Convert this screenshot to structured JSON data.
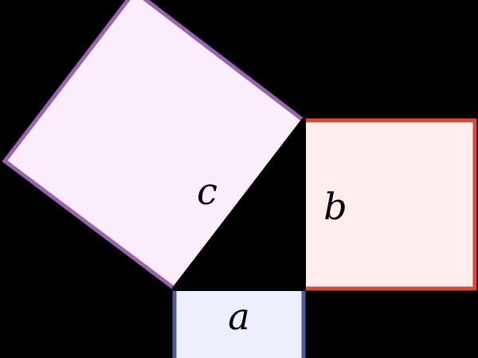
{
  "labels": {
    "a": "a",
    "b": "b",
    "c": "c"
  },
  "colors": {
    "a_fill": "#eeeefc",
    "a_stroke": "#4b5aa0",
    "b_fill": "#fdeeec",
    "b_stroke": "#d5483a",
    "c_fill": "#fdeefd",
    "c_stroke": "#9a62b0",
    "triangle": "#000000"
  }
}
